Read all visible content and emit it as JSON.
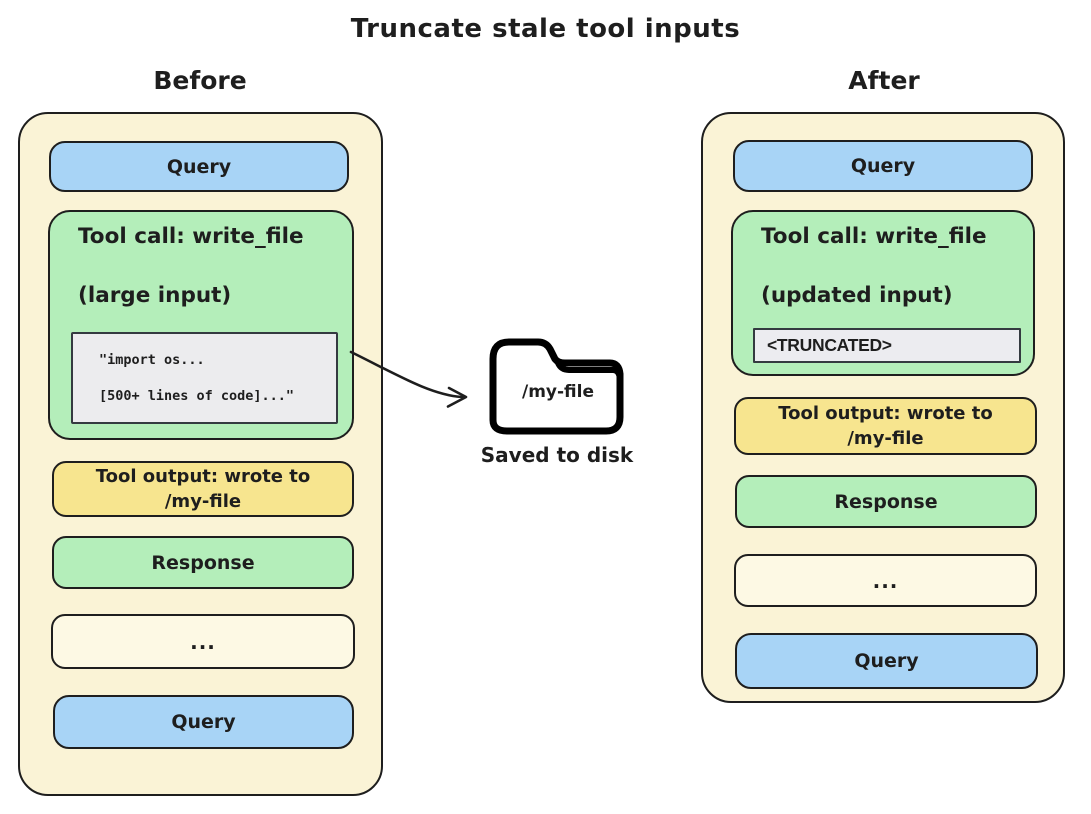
{
  "title": "Truncate stale tool inputs",
  "colors": {
    "panel_bg": "#faf3d6",
    "query_blue": "#a8d4f6",
    "tool_green": "#b4eeba",
    "output_yellow": "#f7e58f",
    "code_gray": "#ececee",
    "ellipsis_cream": "#fdf9e4",
    "stroke": "#1e1e1e"
  },
  "before": {
    "label": "Before",
    "query_top": "Query",
    "tool_call": {
      "title": "Tool call: write_file",
      "subtitle": "(large input)",
      "code_line1": "\"import os...",
      "code_line2": "[500+ lines of code]...\""
    },
    "tool_output_line1": "Tool output: wrote to",
    "tool_output_line2": "/my-file",
    "response": "Response",
    "ellipsis": "...",
    "query_bottom": "Query"
  },
  "disk": {
    "folder_label": "/my-file",
    "caption": "Saved to disk"
  },
  "after": {
    "label": "After",
    "query_top": "Query",
    "tool_call": {
      "title": "Tool call: write_file",
      "subtitle": "(updated input)",
      "truncated": "<TRUNCATED>"
    },
    "tool_output_line1": "Tool output: wrote to",
    "tool_output_line2": "/my-file",
    "response": "Response",
    "ellipsis": "...",
    "query_bottom": "Query"
  }
}
